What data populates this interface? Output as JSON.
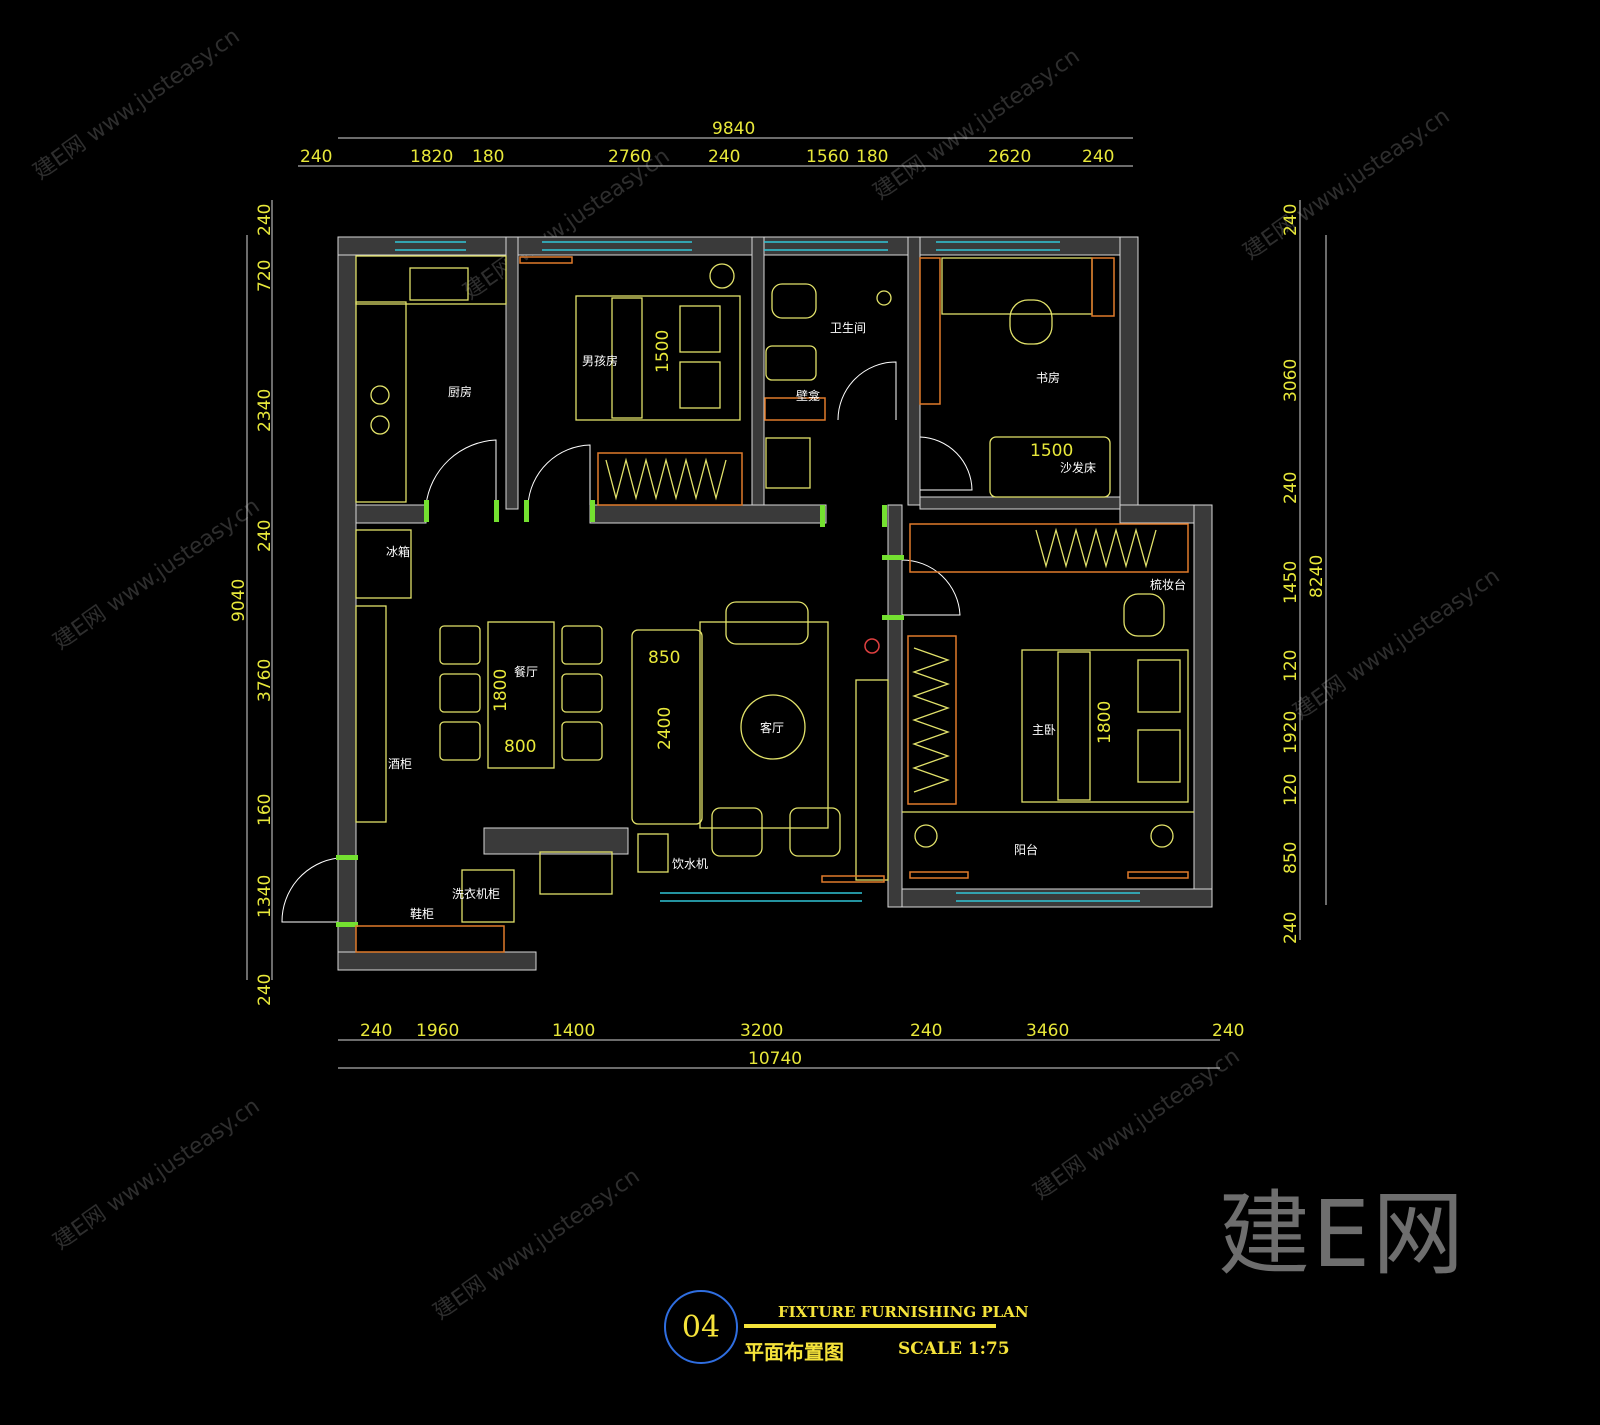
{
  "plan": {
    "code": "04",
    "title_en": "FIXTURE FURNISHING PLAN",
    "title_zh": "平面布置图",
    "scale": "SCALE 1:75",
    "watermark_logo": "建E网",
    "watermark_text": "建E网 www.justeasy.cn"
  },
  "rooms": {
    "kitchen": "厨房",
    "boys_room": "男孩房",
    "bathroom": "卫生间",
    "niche": "壁龛",
    "study": "书房",
    "sofa_bed": "沙发床",
    "fridge": "冰箱",
    "dressing_table": "梳妆台",
    "dining": "餐厅",
    "living": "客厅",
    "master_bedroom": "主卧",
    "wine_cabinet": "酒柜",
    "balcony": "阳台",
    "water_dispenser": "饮水机",
    "washer_cabinet": "洗衣机柜",
    "shoe_cabinet": "鞋柜"
  },
  "furniture_dims": {
    "boys_bed": "1500",
    "study_sofa": "1500",
    "sofa_depth": "850",
    "sofa_length": "2400",
    "table_length": "1800",
    "table_width": "800",
    "master_bed": "1800"
  },
  "dims_top": {
    "overall": "9840",
    "segments": [
      "240",
      "1820",
      "180",
      "2760",
      "240",
      "1560",
      "180",
      "2620",
      "240"
    ]
  },
  "dims_bottom": {
    "overall": "10740",
    "segments": [
      "240",
      "1960",
      "1400",
      "3200",
      "240",
      "3460",
      "240"
    ]
  },
  "dims_left": {
    "overall": "9040",
    "segments": [
      "240",
      "720",
      "2340",
      "240",
      "3760",
      "160",
      "1340",
      "240"
    ]
  },
  "dims_right": {
    "overall": "8240",
    "segments": [
      "240",
      "3060",
      "240",
      "1450",
      "120",
      "1920",
      "120",
      "850",
      "240"
    ]
  },
  "colors": {
    "background": "#000000",
    "dimension_text": "#e8e83a",
    "furniture": "#e2e26a",
    "window": "#31c4d6",
    "cabinet": "#e07a2a",
    "door_jamb": "#74e030",
    "badge_ring": "#2f6ee0"
  }
}
